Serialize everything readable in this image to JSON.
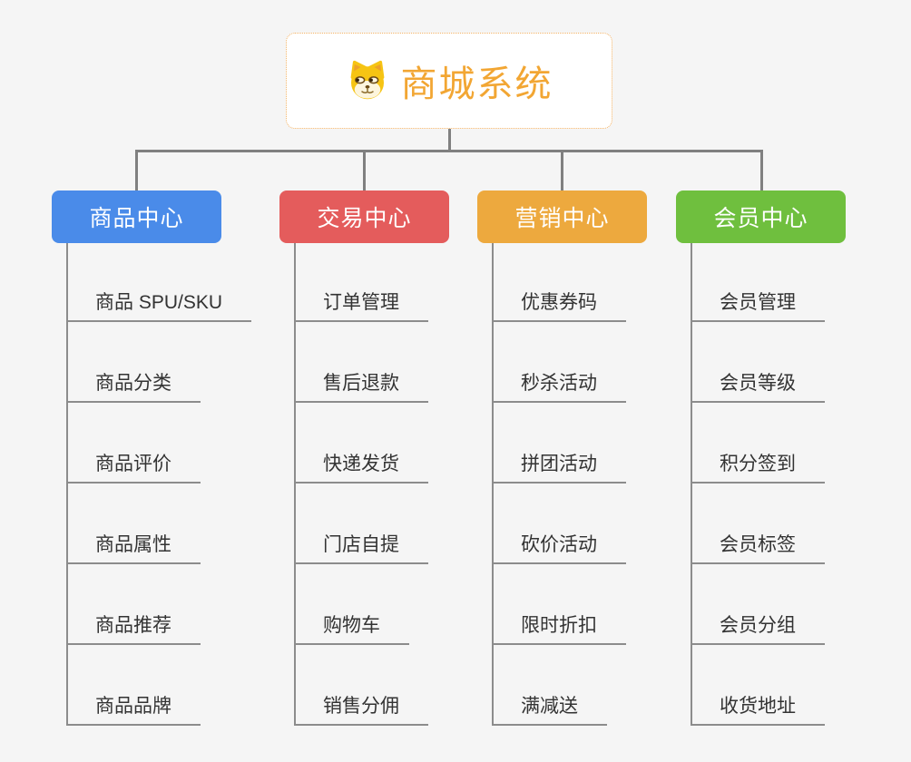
{
  "root": {
    "title": "商城系统",
    "icon": "doge-icon",
    "title_color": "#f2a633",
    "border_color": "#f3b264",
    "bg": "#ffffff"
  },
  "branches": [
    {
      "id": "product-center",
      "label": "商品中心",
      "color": "#4a8be9",
      "items": [
        "商品 SPU/SKU",
        "商品分类",
        "商品评价",
        "商品属性",
        "商品推荐",
        "商品品牌"
      ]
    },
    {
      "id": "trade-center",
      "label": "交易中心",
      "color": "#e45c5c",
      "items": [
        "订单管理",
        "售后退款",
        "快递发货",
        "门店自提",
        "购物车",
        "销售分佣"
      ]
    },
    {
      "id": "marketing-center",
      "label": "营销中心",
      "color": "#eda93e",
      "items": [
        "优惠券码",
        "秒杀活动",
        "拼团活动",
        "砍价活动",
        "限时折扣",
        "满减送"
      ]
    },
    {
      "id": "member-center",
      "label": "会员中心",
      "color": "#6fbf3e",
      "items": [
        "会员管理",
        "会员等级",
        "积分签到",
        "会员标签",
        "会员分组",
        "收货地址"
      ]
    }
  ],
  "canvas": {
    "background": "#f5f5f5",
    "connector_color": "#808080",
    "leaf_line_color": "#8c8c8c",
    "leaf_text_color": "#333333"
  }
}
